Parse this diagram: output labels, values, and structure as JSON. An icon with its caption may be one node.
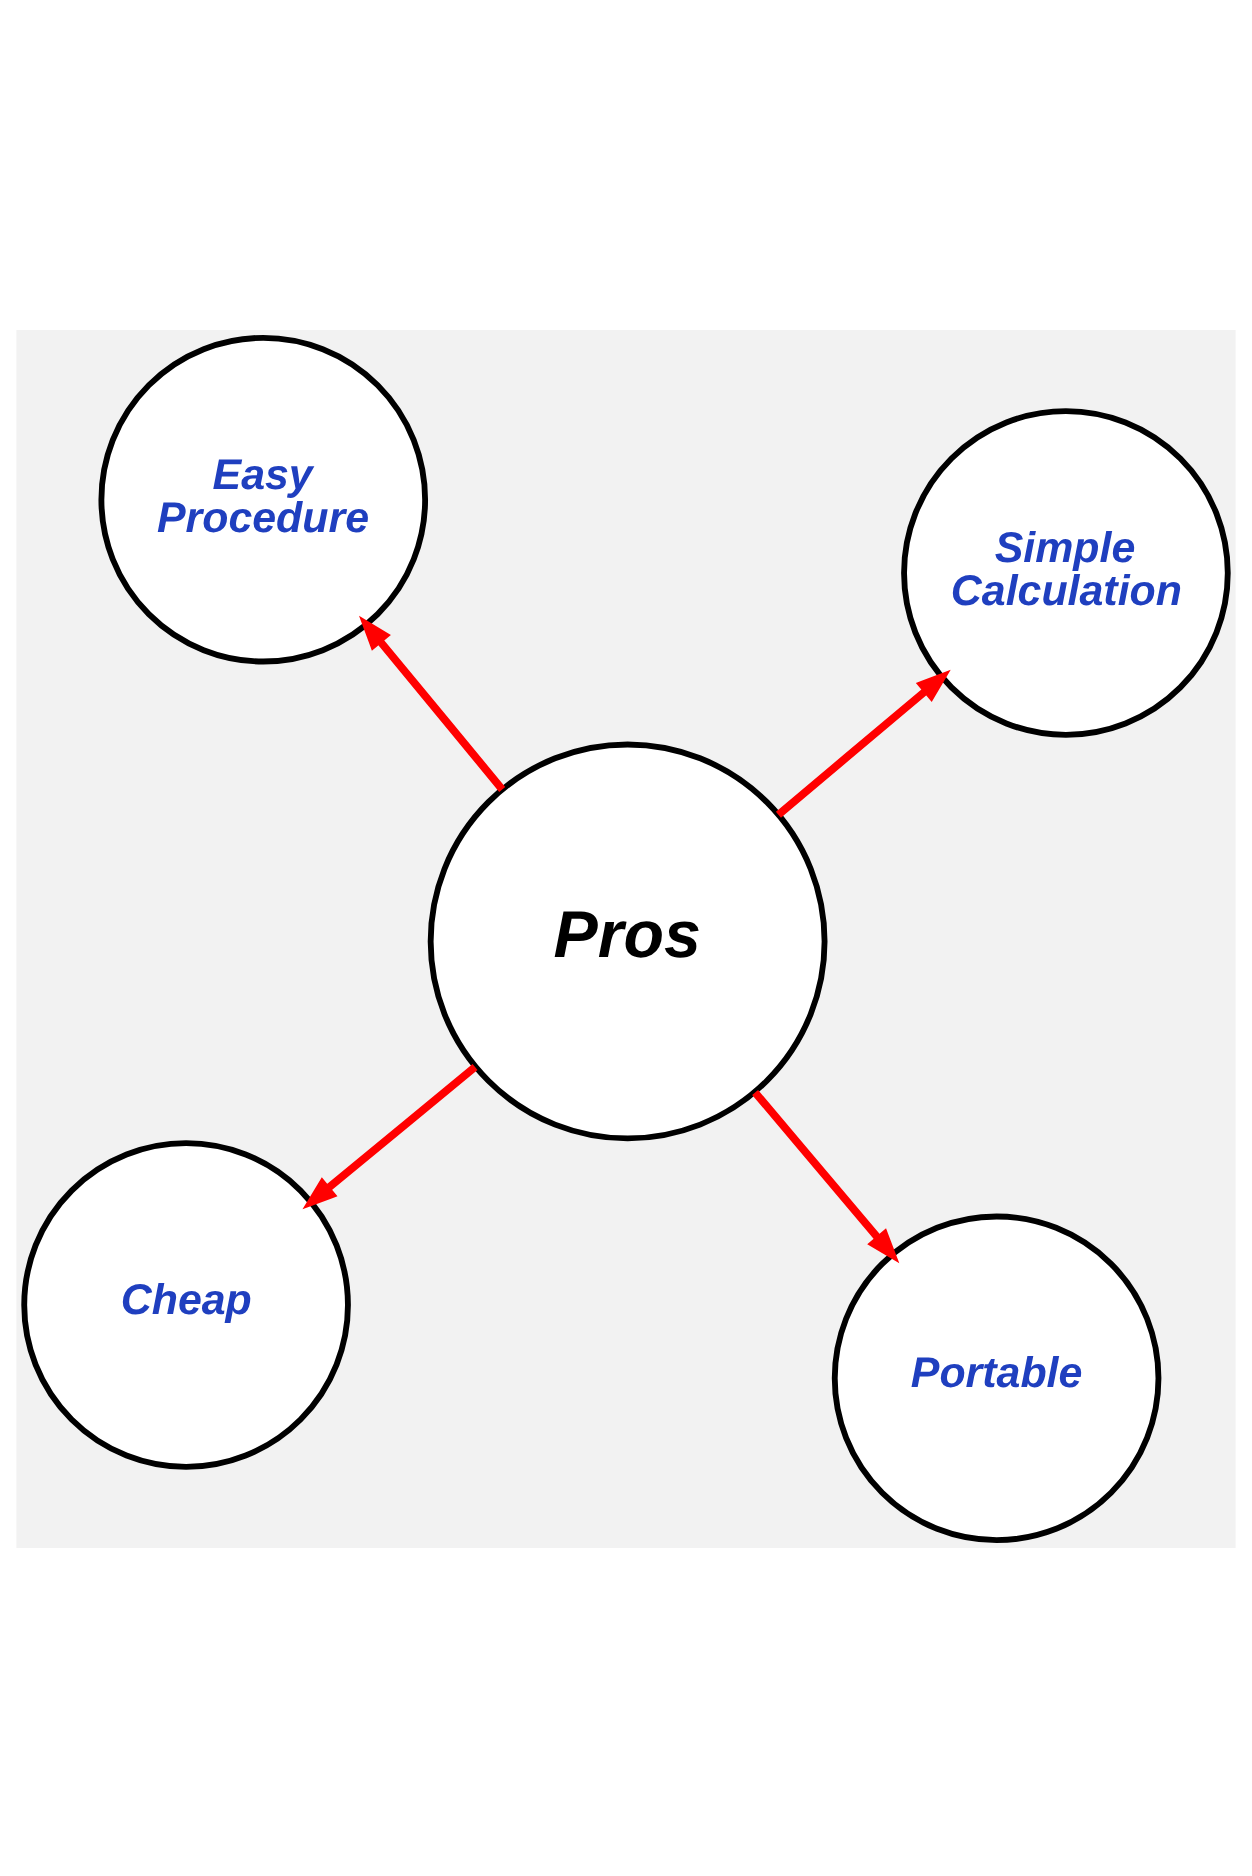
{
  "diagram": {
    "nodes": [
      {
        "text": [
          "Cheap"
        ]
      },
      {
        "text": [
          "Portable"
        ]
      },
      {
        "text": [
          "Pros"
        ]
      },
      {
        "text": [
          "Easy Procedure"
        ]
      },
      {
        "text": [
          "Simple Calculation"
        ]
      }
    ],
    "edges": [
      {
        "from": 2,
        "to": 0,
        "arrow": "to"
      },
      {
        "from": 2,
        "to": 1,
        "arrow": "to"
      },
      {
        "from": 2,
        "to": 3,
        "arrow": "to"
      },
      {
        "from": 2,
        "to": 4,
        "arrow": "to"
      }
    ]
  }
}
